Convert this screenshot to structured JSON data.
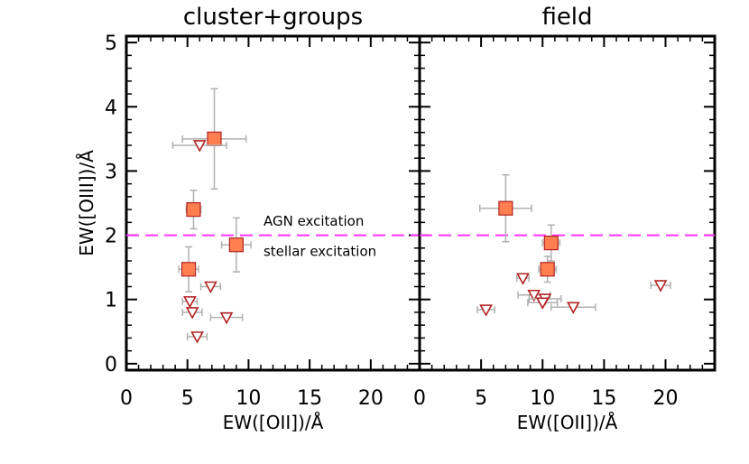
{
  "chart_data": [
    {
      "type": "scatter",
      "title": "cluster+groups",
      "xlabel": "EW([OII])/Å",
      "ylabel": "EW([OIII])/Å",
      "xlim": [
        0,
        24
      ],
      "ylim": [
        -0.1,
        5.1
      ],
      "xticks": [
        0,
        5,
        10,
        15,
        20
      ],
      "yticks": [
        0,
        1,
        2,
        3,
        4,
        5
      ],
      "threshold_line": {
        "y": 2.0,
        "color": "#ff33ff",
        "style": "dashed"
      },
      "annotations": [
        {
          "text": "AGN excitation",
          "x": 11.0,
          "y": 2.22
        },
        {
          "text": "stellar excitation",
          "x": 11.0,
          "y": 1.75
        }
      ],
      "series": [
        {
          "marker": "square",
          "color": "#ff7f50",
          "points": [
            {
              "x": 7.2,
              "y": 3.5,
              "xerr": 2.6,
              "yerr": 0.78
            },
            {
              "x": 5.5,
              "y": 2.4,
              "xerr": 0.6,
              "yerr": 0.3
            },
            {
              "x": 9.0,
              "y": 1.85,
              "xerr": 1.2,
              "yerr": 0.42
            },
            {
              "x": 5.1,
              "y": 1.47,
              "xerr": 0.8,
              "yerr": 0.35
            }
          ]
        },
        {
          "marker": "triangle-down",
          "color": "#b22222",
          "points": [
            {
              "x": 6.0,
              "y": 3.4,
              "xerr": 2.2
            },
            {
              "x": 6.9,
              "y": 1.2,
              "xerr": 0.8
            },
            {
              "x": 5.2,
              "y": 0.97,
              "xerr": 0.6
            },
            {
              "x": 5.4,
              "y": 0.8,
              "xerr": 0.8
            },
            {
              "x": 8.2,
              "y": 0.72,
              "xerr": 1.3
            },
            {
              "x": 5.8,
              "y": 0.42,
              "xerr": 0.8
            }
          ]
        }
      ]
    },
    {
      "type": "scatter",
      "title": "field",
      "xlabel": "EW([OII])/Å",
      "ylabel": "",
      "xlim": [
        0,
        24
      ],
      "ylim": [
        -0.1,
        5.1
      ],
      "xticks": [
        0,
        5,
        10,
        15,
        20
      ],
      "yticks": [],
      "threshold_line": {
        "y": 2.0,
        "color": "#ff33ff",
        "style": "dashed"
      },
      "annotations": [],
      "series": [
        {
          "marker": "square",
          "color": "#ff7f50",
          "points": [
            {
              "x": 7.0,
              "y": 2.42,
              "xerr": 2.1,
              "yerr": 0.52
            },
            {
              "x": 10.7,
              "y": 1.88,
              "xerr": 0.7,
              "yerr": 0.28
            },
            {
              "x": 10.4,
              "y": 1.47,
              "xerr": 0.7,
              "yerr": 0.2
            }
          ]
        },
        {
          "marker": "triangle-down",
          "color": "#b22222",
          "points": [
            {
              "x": 5.4,
              "y": 0.84,
              "xerr": 0.7
            },
            {
              "x": 8.4,
              "y": 1.33,
              "xerr": 0.5
            },
            {
              "x": 9.3,
              "y": 1.07,
              "xerr": 1.3
            },
            {
              "x": 10.2,
              "y": 1.01,
              "xerr": 1.3
            },
            {
              "x": 10.0,
              "y": 0.95,
              "xerr": 1.2
            },
            {
              "x": 12.5,
              "y": 0.88,
              "xerr": 1.8
            },
            {
              "x": 19.6,
              "y": 1.22,
              "xerr": 0.8
            }
          ]
        }
      ]
    }
  ]
}
